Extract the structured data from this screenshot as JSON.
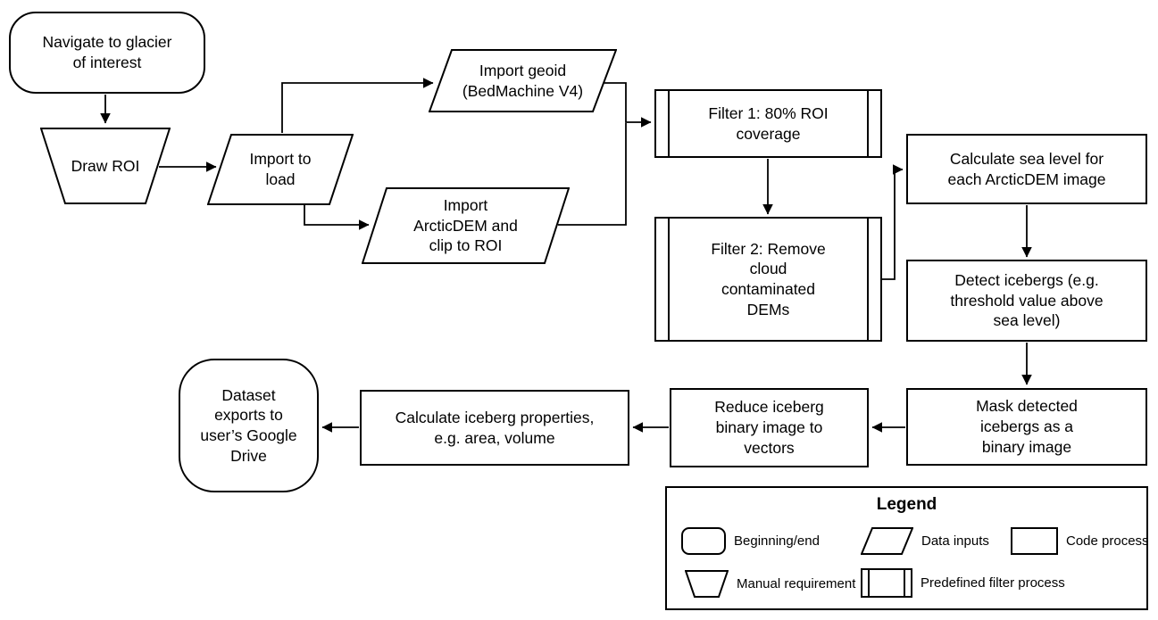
{
  "diagram": {
    "nodes": {
      "navigate": {
        "label": "Navigate to glacier\nof interest"
      },
      "draw_roi": {
        "label": "Draw ROI"
      },
      "import_load": {
        "label": "Import to\nload"
      },
      "import_geoid": {
        "label": "Import geoid\n(BedMachine V4)"
      },
      "import_arcticdem": {
        "label": "Import\nArcticDEM and\nclip to ROI"
      },
      "filter1": {
        "label": "Filter 1: 80% ROI\ncoverage"
      },
      "filter2": {
        "label": "Filter 2: Remove\ncloud\ncontaminated\nDEMs"
      },
      "sea_level": {
        "label": "Calculate sea level for\neach ArcticDEM image"
      },
      "detect": {
        "label": "Detect icebergs (e.g.\nthreshold value above\nsea level)"
      },
      "mask": {
        "label": "Mask detected\nicebergs as a\nbinary image"
      },
      "reduce": {
        "label": "Reduce iceberg\nbinary image to\nvectors"
      },
      "properties": {
        "label": "Calculate iceberg properties,\ne.g. area, volume"
      },
      "dataset": {
        "label": "Dataset\nexports to\nuser’s Google\nDrive"
      }
    },
    "legend": {
      "title": "Legend",
      "items": [
        {
          "label": "Beginning/end"
        },
        {
          "label": "Data inputs"
        },
        {
          "label": "Code process"
        },
        {
          "label": "Manual requirement"
        },
        {
          "label": "Predefined filter process"
        }
      ]
    },
    "colors": {
      "stroke": "#000000",
      "background": "#ffffff"
    }
  }
}
